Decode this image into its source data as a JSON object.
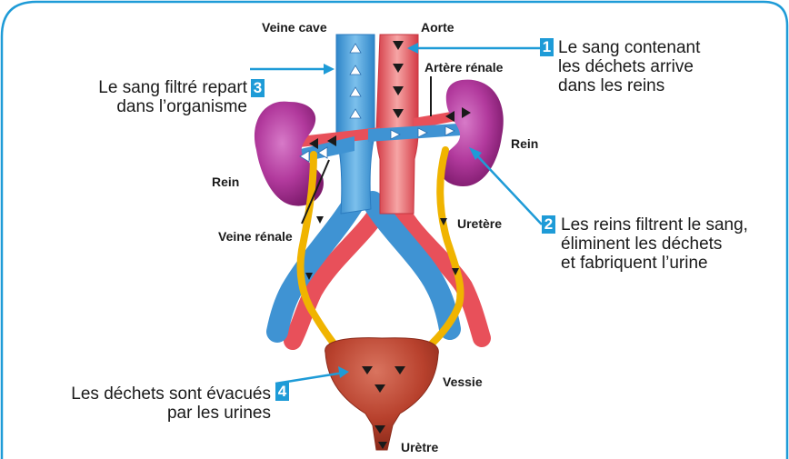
{
  "labels": {
    "veine_cave": "Veine cave",
    "aorte": "Aorte",
    "artere_renale": "Artère rénale",
    "rein_left": "Rein",
    "rein_right": "Rein",
    "veine_renale": "Veine rénale",
    "uretere": "Uretère",
    "vessie": "Vessie",
    "uretre": "Urètre"
  },
  "steps": [
    {
      "number": "1",
      "lines": [
        "Le sang contenant",
        "les déchets arrive",
        "dans les reins"
      ]
    },
    {
      "number": "2",
      "lines": [
        "Les reins filtrent le sang,",
        "éliminent les déchets",
        "et fabriquent l’urine"
      ]
    },
    {
      "number": "3",
      "lines": [
        "Le sang filtré repart",
        "dans l’organisme"
      ]
    },
    {
      "number": "4",
      "lines": [
        "Les déchets sont évacués",
        "par les urines"
      ]
    }
  ],
  "colors": {
    "frame": "#1e9bd7",
    "vein": "#4a9fd9",
    "artery": "#e8505a",
    "kidney": "#a52a8c",
    "ureter": "#f0b400",
    "bladder": "#b8412d",
    "callout": "#1e9bd7"
  }
}
